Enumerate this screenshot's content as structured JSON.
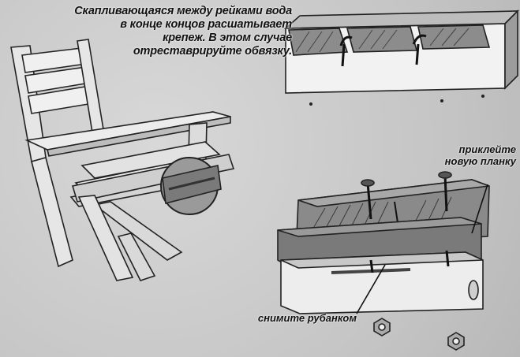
{
  "caption": {
    "lines": [
      "Скапливающаяся между рейками вода",
      "в конце концов расшатывает",
      "крепеж. В этом случае",
      "отреставрируйте обвязку."
    ]
  },
  "labels": {
    "glue_new_plank": [
      "приклейте",
      "новую планку"
    ],
    "plane_off": "снимите рубанком"
  }
}
